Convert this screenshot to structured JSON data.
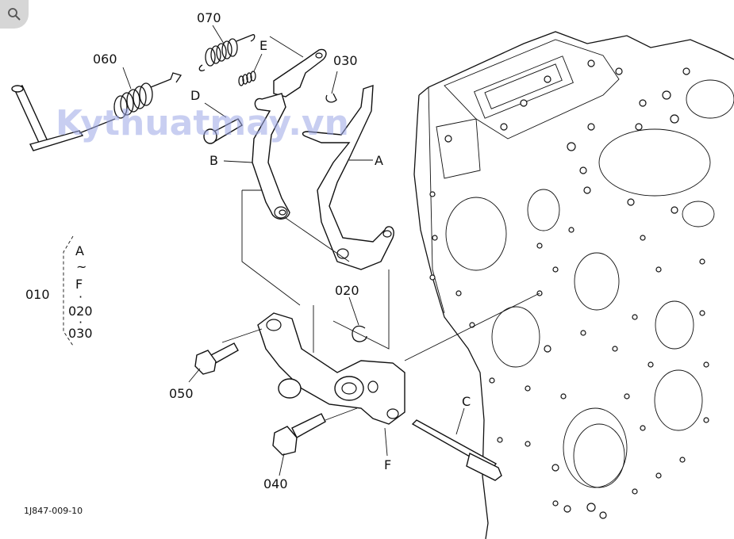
{
  "watermark": "Kythuatmay.vn",
  "figure_code": "1J847-009-10",
  "callouts": {
    "p060": "060",
    "p070": "070",
    "pE": "E",
    "p030": "030",
    "pD": "D",
    "pB": "B",
    "pA": "A",
    "p020": "020",
    "p050": "050",
    "pC": "C",
    "pF": "F",
    "p040": "040"
  },
  "assembly": {
    "code": "010",
    "line1": "A",
    "line2": "~",
    "line3": "F",
    "line4": "·",
    "line5": "020",
    "line6": "·",
    "line7": "030"
  },
  "icons": {
    "zoom": "magnifier-icon"
  }
}
